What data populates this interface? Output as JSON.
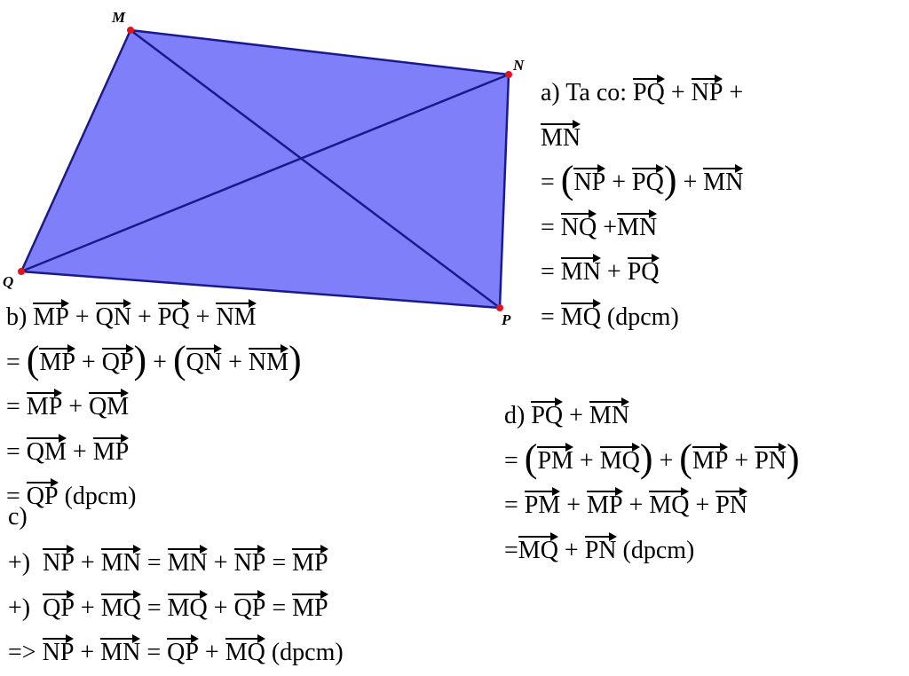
{
  "figure": {
    "labels": {
      "M": "M",
      "N": "N",
      "P": "P",
      "Q": "Q"
    },
    "fill_color": "#7f7ff9",
    "edge_color": "#1a1a8c",
    "vertex_color": "#e0141e"
  },
  "a": [
    [
      {
        "t": "a) Ta co: "
      },
      {
        "v": "PQ"
      },
      {
        "t": " + "
      },
      {
        "v": "NP"
      },
      {
        "t": " +"
      }
    ],
    [
      {
        "v": "MN"
      }
    ],
    [
      {
        "t": "= "
      },
      {
        "b": "("
      },
      {
        "v": "NP"
      },
      {
        "t": " + "
      },
      {
        "v": "PQ"
      },
      {
        "b": ")"
      },
      {
        "t": " + "
      },
      {
        "v": "MN"
      }
    ],
    [
      {
        "t": "= "
      },
      {
        "v": "NQ"
      },
      {
        "t": " +"
      },
      {
        "v": "MN"
      }
    ],
    [
      {
        "t": "= "
      },
      {
        "v": "MN"
      },
      {
        "t": " + "
      },
      {
        "v": "PQ"
      }
    ],
    [
      {
        "t": "= "
      },
      {
        "v": "MQ"
      },
      {
        "t": " (dpcm)"
      }
    ]
  ],
  "b": [
    [
      {
        "t": "b) "
      },
      {
        "v": "MP"
      },
      {
        "t": " + "
      },
      {
        "v": "QN"
      },
      {
        "t": " + "
      },
      {
        "v": "PQ"
      },
      {
        "t": " + "
      },
      {
        "v": "NM"
      }
    ],
    [
      {
        "t": "= "
      },
      {
        "b": "("
      },
      {
        "v": "MP"
      },
      {
        "t": " + "
      },
      {
        "v": "QP"
      },
      {
        "b": ")"
      },
      {
        "t": " + "
      },
      {
        "b": "("
      },
      {
        "v": "QN"
      },
      {
        "t": " + "
      },
      {
        "v": "NM"
      },
      {
        "b": ")"
      }
    ],
    [
      {
        "t": "= "
      },
      {
        "v": "MP"
      },
      {
        "t": " + "
      },
      {
        "v": "QM"
      }
    ],
    [
      {
        "t": "= "
      },
      {
        "v": "QM"
      },
      {
        "t": " + "
      },
      {
        "v": "MP"
      }
    ],
    [
      {
        "t": "= "
      },
      {
        "v": "QP"
      },
      {
        "t": " (dpcm)"
      }
    ]
  ],
  "c_label": "c)",
  "c": [
    [
      {
        "t": "+)  "
      },
      {
        "v": "NP"
      },
      {
        "t": " + "
      },
      {
        "v": "MN"
      },
      {
        "t": " = "
      },
      {
        "v": "MN"
      },
      {
        "t": " + "
      },
      {
        "v": "NP"
      },
      {
        "t": " = "
      },
      {
        "v": "MP"
      }
    ],
    [
      {
        "t": "+)  "
      },
      {
        "v": "QP"
      },
      {
        "t": " + "
      },
      {
        "v": "MQ"
      },
      {
        "t": " = "
      },
      {
        "v": "MQ"
      },
      {
        "t": " + "
      },
      {
        "v": "QP"
      },
      {
        "t": " = "
      },
      {
        "v": "MP"
      }
    ],
    [
      {
        "t": "=> "
      },
      {
        "v": "NP"
      },
      {
        "t": " + "
      },
      {
        "v": "MN"
      },
      {
        "t": " = "
      },
      {
        "v": "QP"
      },
      {
        "t": " + "
      },
      {
        "v": "MQ"
      },
      {
        "t": " (dpcm)"
      }
    ]
  ],
  "d": [
    [
      {
        "t": "d) "
      },
      {
        "v": "PQ"
      },
      {
        "t": " + "
      },
      {
        "v": "MN"
      }
    ],
    [
      {
        "t": "= "
      },
      {
        "b": "("
      },
      {
        "v": "PM"
      },
      {
        "t": " + "
      },
      {
        "v": "MQ"
      },
      {
        "b": ")"
      },
      {
        "t": " + "
      },
      {
        "b": "("
      },
      {
        "v": "MP"
      },
      {
        "t": " + "
      },
      {
        "v": "PN"
      },
      {
        "b": ")"
      }
    ],
    [
      {
        "t": "= "
      },
      {
        "v": "PM"
      },
      {
        "t": " + "
      },
      {
        "v": "MP"
      },
      {
        "t": " + "
      },
      {
        "v": "MQ"
      },
      {
        "t": " + "
      },
      {
        "v": "PN"
      }
    ],
    [
      {
        "t": "="
      },
      {
        "v": "MQ"
      },
      {
        "t": " + "
      },
      {
        "v": "PN"
      },
      {
        "t": " (dpcm)"
      }
    ]
  ]
}
